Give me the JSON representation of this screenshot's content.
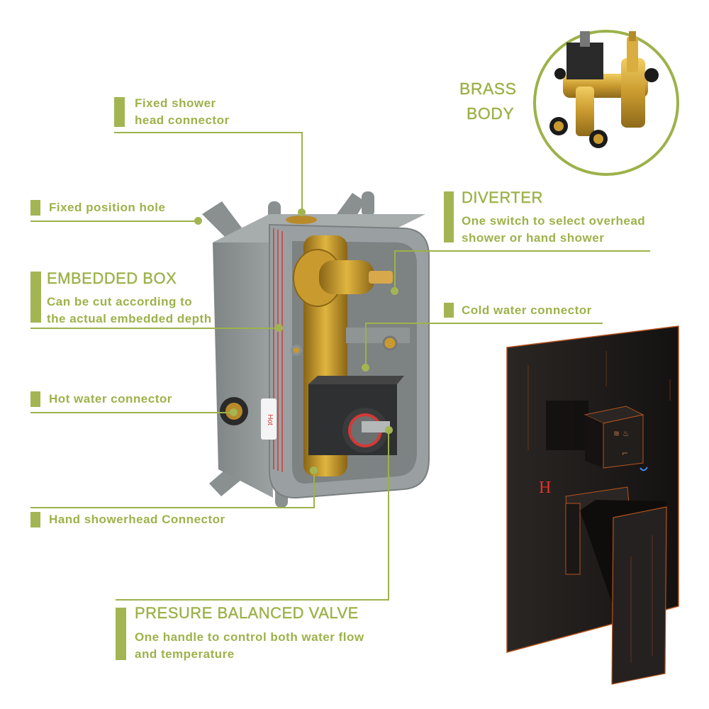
{
  "colors": {
    "accent": "#9cb24a",
    "box_gray": "#8e9394",
    "brass": "#c9a23c",
    "plate": "#1e1b1a",
    "copper_edge": "#b5531e",
    "hot_red": "#e8302a",
    "cold_blue": "#3b8cf0"
  },
  "brass_body": {
    "line1": "BRASS",
    "line2": "BODY"
  },
  "callouts": {
    "fixed_shower": {
      "line1": "Fixed shower",
      "line2": "head connector"
    },
    "fixed_position": {
      "label": "Fixed position hole"
    },
    "embedded_box": {
      "title": "EMBEDDED BOX",
      "line1": "Can be cut according to",
      "line2": "the actual embedded depth"
    },
    "diverter": {
      "title": "DIVERTER",
      "line1": "One switch to select overhead",
      "line2": "shower or hand shower"
    },
    "cold_water": {
      "label": "Cold water connector"
    },
    "hot_water": {
      "label": "Hot water connector"
    },
    "hand_shower": {
      "label": "Hand showerhead Connector"
    },
    "valve": {
      "title": "PRESURE BALANCED VALVE",
      "line1": "One handle to control both water flow",
      "line2": "and temperature"
    }
  },
  "box_sticker": {
    "text": "Hot"
  },
  "plate": {
    "hot_mark": "H"
  }
}
